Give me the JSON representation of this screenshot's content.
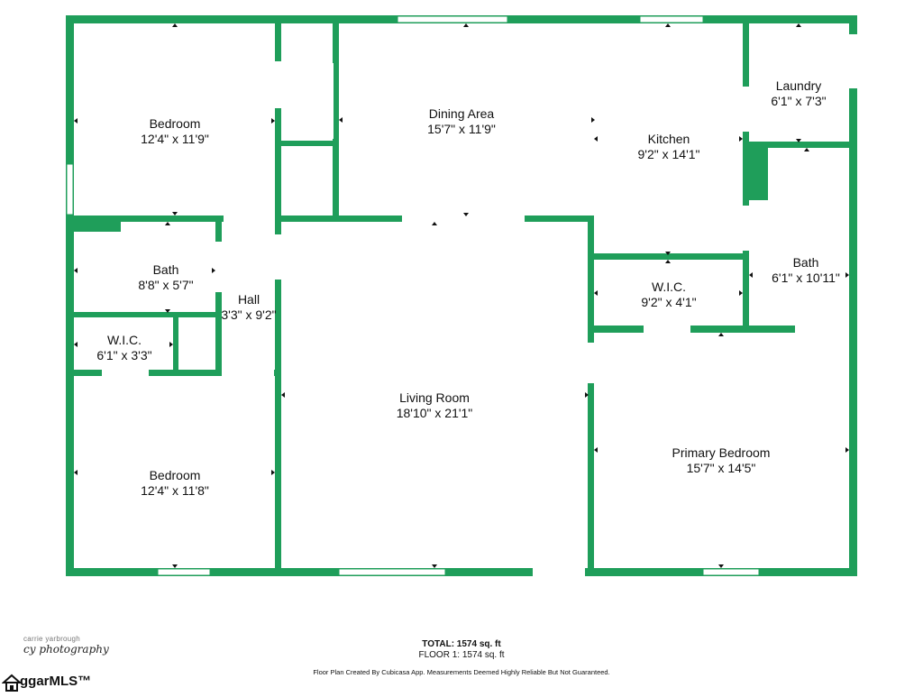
{
  "rooms": {
    "bedroom_top": {
      "name": "Bedroom",
      "dim": "12'4\" x 11'9\""
    },
    "dining": {
      "name": "Dining Area",
      "dim": "15'7\" x 11'9\""
    },
    "kitchen": {
      "name": "Kitchen",
      "dim": "9'2\" x 14'1\""
    },
    "laundry": {
      "name": "Laundry",
      "dim": "6'1\" x 7'3\""
    },
    "bath_right": {
      "name": "Bath",
      "dim": "6'1\" x 10'11\""
    },
    "bath_left": {
      "name": "Bath",
      "dim": "8'8\" x 5'7\""
    },
    "hall": {
      "name": "Hall",
      "dim": "3'3\" x 9'2\""
    },
    "wic_left": {
      "name": "W.I.C.",
      "dim": "6'1\" x 3'3\""
    },
    "wic_right": {
      "name": "W.I.C.",
      "dim": "9'2\" x 4'1\""
    },
    "living": {
      "name": "Living Room",
      "dim": "18'10\" x 21'1\""
    },
    "primary": {
      "name": "Primary Bedroom",
      "dim": "15'7\" x 14'5\""
    },
    "bedroom_bottom": {
      "name": "Bedroom",
      "dim": "12'4\" x 11'8\""
    }
  },
  "totals": {
    "total": "TOTAL: 1574 sq. ft",
    "floor": "FLOOR 1: 1574 sq. ft"
  },
  "disclaimer": "Floor Plan Created By Cubicasa App. Measurements Deemed Highly Reliable But Not Guaranteed.",
  "credit": {
    "line1": "carrie yarbrough",
    "line2": "cy photography"
  },
  "mls": {
    "text": "ggarMLS™"
  },
  "colors": {
    "wall": "#1f9e5a"
  }
}
